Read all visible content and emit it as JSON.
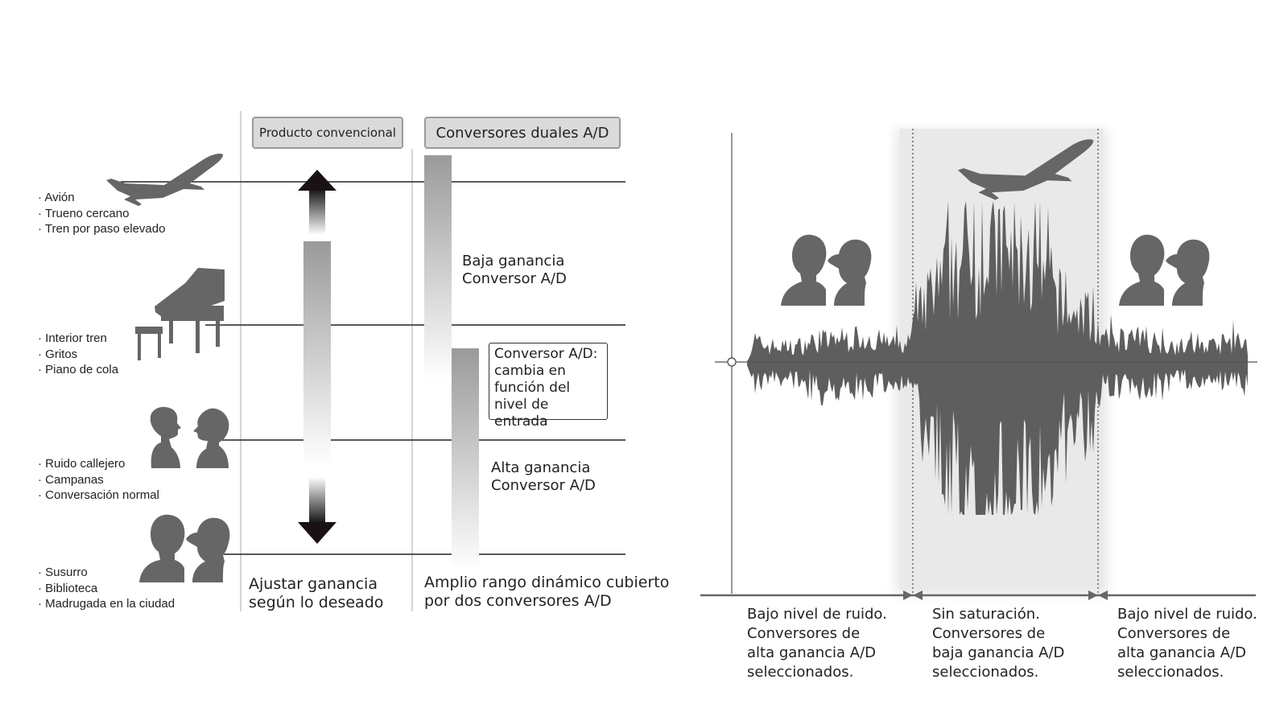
{
  "left_panel": {
    "sources": [
      {
        "items": [
          "Avión",
          "Trueno cercano",
          "Tren por paso elevado"
        ],
        "icon": "airplane-icon"
      },
      {
        "items": [
          "Interior tren",
          "Gritos",
          "Piano de cola"
        ],
        "icon": "grand-piano-icon"
      },
      {
        "items": [
          "Ruido callejero",
          "Campanas",
          "Conversación normal"
        ],
        "icon": "two-people-talking-icon"
      },
      {
        "items": [
          "Susurro",
          "Biblioteca",
          "Madrugada en la ciudad"
        ],
        "icon": "two-people-whispering-icon"
      }
    ],
    "header_conventional": "Producto convencional",
    "header_dual": "Conversores duales A/D",
    "low_gain": [
      "Baja ganancia",
      "Conversor A/D"
    ],
    "note": [
      "Conversor A/D:",
      "cambia en",
      "función del",
      "nivel de entrada"
    ],
    "high_gain": [
      "Alta ganancia",
      "Conversor A/D"
    ],
    "caption_conventional": [
      "Ajustar ganancia",
      "según lo deseado"
    ],
    "caption_dual": [
      "Amplio rango dinámico cubierto",
      "por dos conversores A/D"
    ]
  },
  "right_panel": {
    "segments": [
      {
        "lines": [
          "Bajo nivel de ruido.",
          "Conversores de",
          "alta ganancia A/D",
          "seleccionados."
        ],
        "icon": "two-people-whispering-icon"
      },
      {
        "lines": [
          "Sin saturación.",
          "Conversores de",
          "baja ganancia A/D",
          "seleccionados."
        ],
        "icon": "airplane-icon"
      },
      {
        "lines": [
          "Bajo nivel de ruido.",
          "Conversores de",
          "alta ganancia A/D",
          "seleccionados."
        ],
        "icon": "two-people-whispering-icon"
      }
    ]
  },
  "colors": {
    "silhouette": "#666666",
    "text": "#222222",
    "band": "#e9e9e9",
    "arrow": "#1a1212"
  }
}
